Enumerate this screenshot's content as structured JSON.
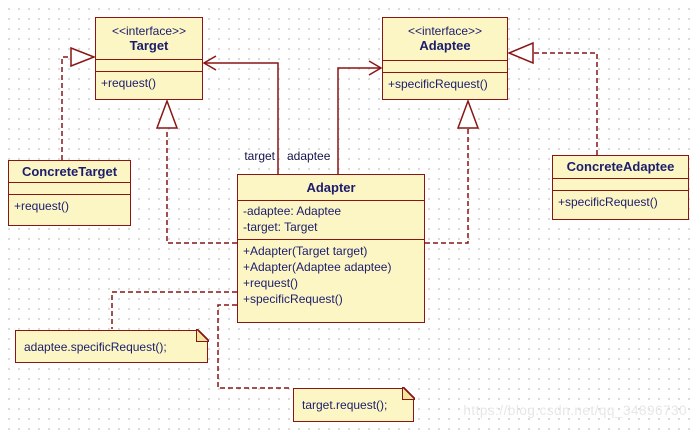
{
  "diagram": {
    "classes": [
      {
        "stereotype": "<<interface>>",
        "name": "Target",
        "attributes": [],
        "methods": [
          "+request()"
        ]
      },
      {
        "stereotype": "<<interface>>",
        "name": "Adaptee",
        "attributes": [],
        "methods": [
          "+specificRequest()"
        ]
      },
      {
        "name": "ConcreteTarget",
        "attributes": [],
        "methods": [
          "+request()"
        ]
      },
      {
        "name": "ConcreteAdaptee",
        "attributes": [],
        "methods": [
          "+specificRequest()"
        ]
      },
      {
        "name": "Adapter",
        "attributes": [
          "-adaptee: Adaptee",
          "-target: Target"
        ],
        "methods": [
          "+Adapter(Target target)",
          "+Adapter(Adaptee adaptee)",
          "+request()",
          "+specificRequest()"
        ]
      }
    ],
    "edge_labels": {
      "target": "target",
      "adaptee": "adaptee"
    },
    "notes": [
      {
        "text": "adaptee.specificRequest();"
      },
      {
        "text": "target.request();"
      }
    ],
    "watermark": "https://blog.csdn.net/qq_34896730",
    "colors": {
      "box_fill": "#fcf6c5",
      "box_border": "#8a1515",
      "text": "#1c1c6c",
      "grid_dot": "#cdcdcd",
      "watermark": "#e7e7e7"
    }
  }
}
